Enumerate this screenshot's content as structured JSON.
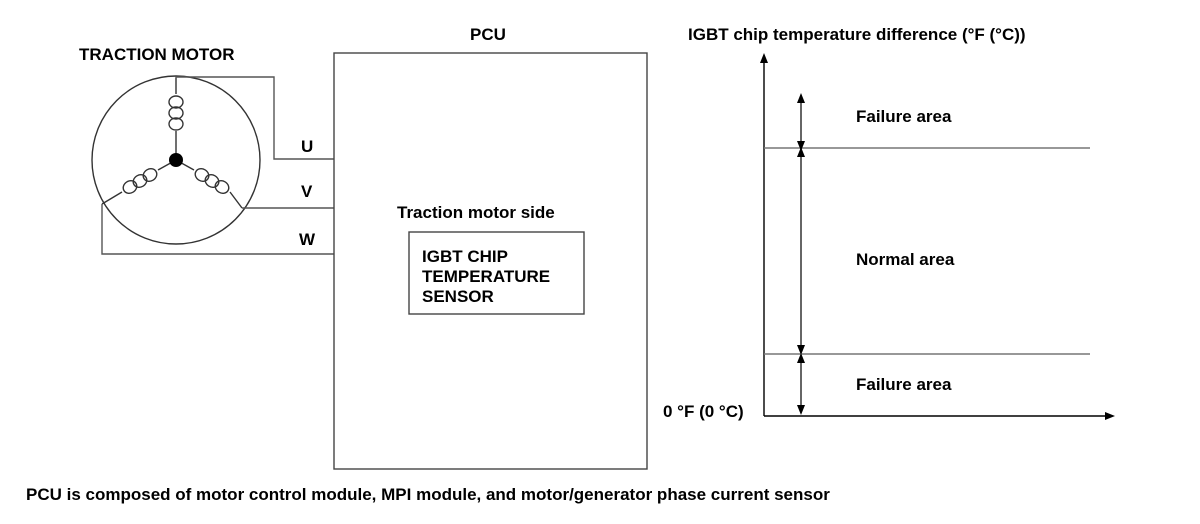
{
  "motor": {
    "label": "TRACTION MOTOR"
  },
  "pcu": {
    "label": "PCU",
    "side_label": "Traction motor side",
    "sensor_lines": [
      "IGBT CHIP",
      "TEMPERATURE",
      "SENSOR"
    ]
  },
  "phases": [
    "U",
    "V",
    "W"
  ],
  "graph": {
    "axis_title": "IGBT chip temperature difference (°F (°C))",
    "origin_label": "0 °F (0 °C)",
    "areas": [
      "Failure area",
      "Normal area",
      "Failure area"
    ]
  },
  "caption": "PCU is composed of motor control module, MPI module, and motor/generator phase current sensor"
}
